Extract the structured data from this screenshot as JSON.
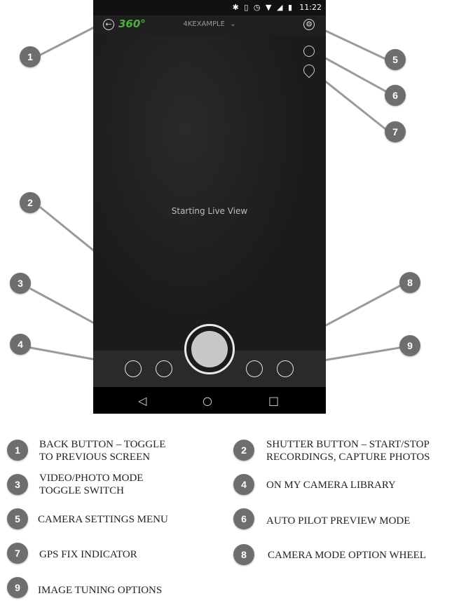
{
  "status_bar": {
    "icons": "✱ ▯ ◷ ▼ ◢ ▮",
    "time": "11:22"
  },
  "app_bar": {
    "logo": "360°",
    "camera_name": "4KEXAMPLE",
    "dropdown_glyph": "⌄"
  },
  "viewfinder": {
    "message": "Starting Live View"
  },
  "nav_bar": {
    "back": "◁",
    "home": "○",
    "recents": "□"
  },
  "callouts": [
    "1",
    "2",
    "3",
    "4",
    "5",
    "6",
    "7",
    "8",
    "9"
  ],
  "legend": [
    {
      "number": "1",
      "text_lines": [
        "BACK BUTTON – TOGGLE",
        "TO PREVIOUS SCREEN"
      ]
    },
    {
      "number": "2",
      "text_lines": [
        "SHUTTER BUTTON – START/STOP",
        "RECORDINGS, CAPTURE PHOTOS"
      ]
    },
    {
      "number": "3",
      "text_lines": [
        "VIDEO/PHOTO MODE",
        "TOGGLE SWITCH"
      ]
    },
    {
      "number": "4",
      "text_lines": [
        "ON MY CAMERA LIBRARY"
      ]
    },
    {
      "number": "5",
      "text_lines": [
        "CAMERA SETTINGS MENU"
      ]
    },
    {
      "number": "6",
      "text_lines": [
        "AUTO PILOT PREVIEW MODE"
      ]
    },
    {
      "number": "7",
      "text_lines": [
        "GPS FIX INDICATOR"
      ]
    },
    {
      "number": "8",
      "text_lines": [
        "CAMERA MODE OPTION WHEEL"
      ]
    },
    {
      "number": "9",
      "text_lines": [
        "IMAGE TUNING OPTIONS"
      ]
    }
  ],
  "colors": {
    "brand_green": "#4fb040",
    "callout_gray": "#6e6e6e"
  }
}
